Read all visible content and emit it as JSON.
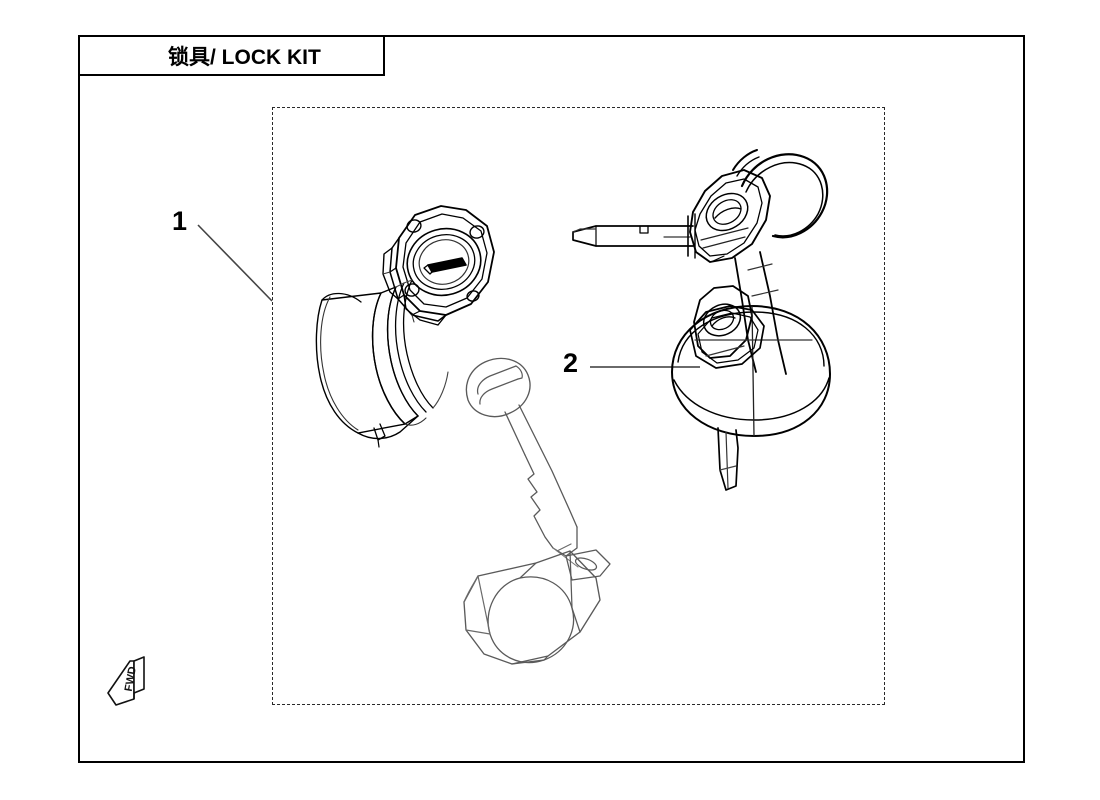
{
  "document": {
    "type": "technical-parts-diagram",
    "title_cn": "锁具",
    "title_en": "LOCK KIT",
    "title_full": "锁具/ LOCK KIT",
    "background_color": "#ffffff",
    "line_color": "#000000",
    "thin_line_color": "#555555",
    "dashed_border_color": "#2a2a2a"
  },
  "title_block": {
    "label": "锁具/ LOCK KIT"
  },
  "orientation_marker": {
    "label": "FWD",
    "name": "forward-direction-arrow"
  },
  "callouts": [
    {
      "number": "1",
      "part": "ignition-switch-assembly",
      "leader": "diagonal"
    },
    {
      "number": "2",
      "part": "key-set-with-ring",
      "leader": "horizontal"
    }
  ],
  "parts": [
    {
      "id": "1",
      "name": "ignition switch",
      "features": [
        "octagonal bezel",
        "keyhole slot",
        "four screw holes",
        "cylindrical body",
        "wire lead"
      ]
    },
    {
      "id": "2",
      "name": "key set",
      "features": [
        "two molded key heads",
        "split key ring",
        "notched key blades"
      ]
    },
    {
      "id": "blank",
      "name": "key blank and lock cylinder",
      "features": [
        "oval key head",
        "toothed blade",
        "rounded cylinder body"
      ]
    }
  ]
}
